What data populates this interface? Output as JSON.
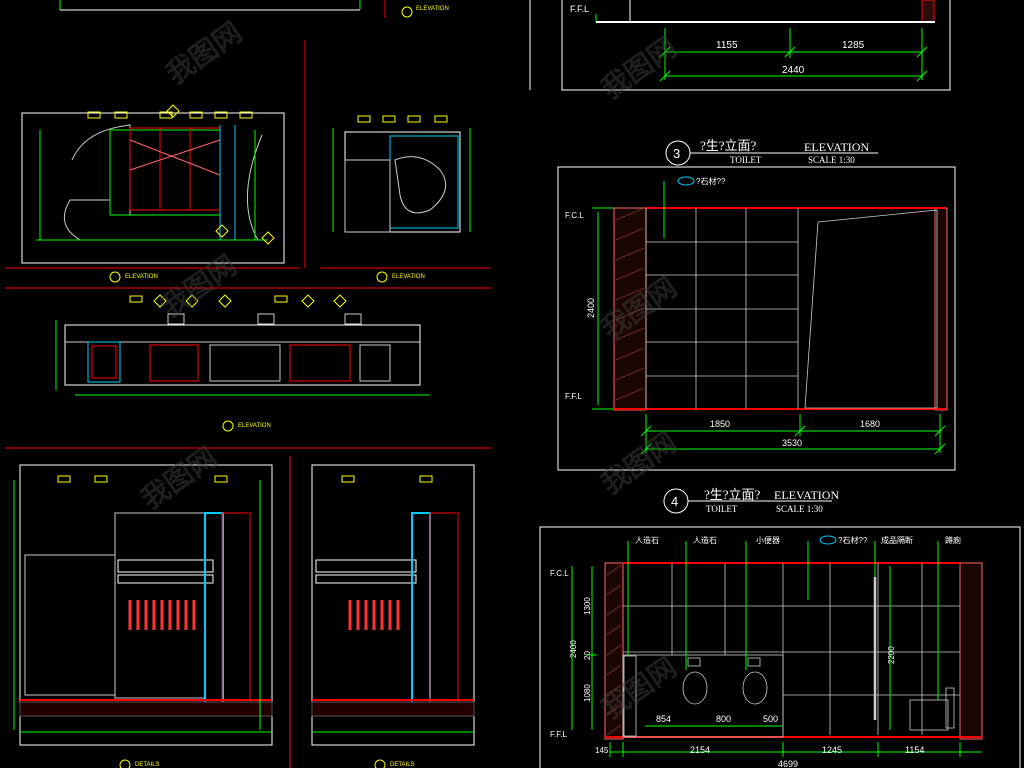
{
  "elevations": [
    {
      "id": "e2",
      "dims_top": [
        "1155",
        "1285"
      ],
      "dims_bottom": [
        "2440"
      ],
      "level": "F.F.L"
    },
    {
      "id": "e3",
      "number": "3",
      "title": "?生?立面?",
      "title_en": "ELEVATION",
      "subtitle": "TOILET",
      "scale": "SCALE 1:30",
      "callout": "?石材??",
      "levels": [
        "F.C.L",
        "F.F.L"
      ],
      "height": "2400",
      "dims": [
        "1850",
        "1680"
      ],
      "total": "3530"
    },
    {
      "id": "e4",
      "number": "4",
      "title": "?生?立面?",
      "title_en": "ELEVATION",
      "subtitle": "TOILET",
      "scale": "SCALE 1:30",
      "callouts": [
        "人造石",
        "人造石",
        "小便器",
        "?石材??",
        "成品隔断",
        "蹲廁"
      ],
      "levels": [
        "F.C.L",
        "F.F.L"
      ],
      "height": "2400",
      "vdims": [
        "1300",
        "20",
        "1080"
      ],
      "right_height": "2200",
      "dims_a": [
        "854",
        "800",
        "500"
      ],
      "dims_b": [
        "145",
        "2154",
        "1245",
        "1154"
      ],
      "total": "4699"
    }
  ],
  "left_labels": {
    "elevation": "ELEVATION",
    "details": "DETAILS",
    "section_title": "ELEVATION"
  }
}
